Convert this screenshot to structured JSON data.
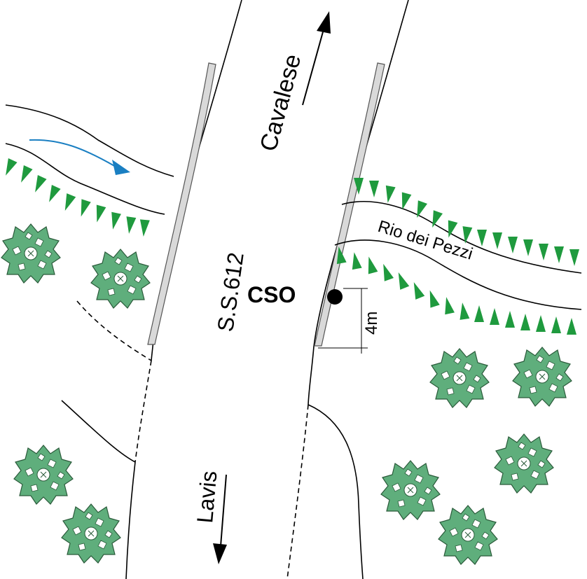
{
  "labels": {
    "cavalese": "Cavalese",
    "lavis": "Lavis",
    "road": "S.S.612",
    "cso": "CSO",
    "distance": "4m",
    "stream": "Rio dei Pezzi"
  },
  "colors": {
    "line": "#000000",
    "guardrail_fill": "#d9d9d9",
    "vegetation": "#1f9a3e",
    "tree_fill": "#5fae7c",
    "tree_stroke": "#2a5a3a",
    "flow_arrow": "#1a7fc2"
  },
  "icons": {
    "tree": "tree-icon",
    "flow": "flow-arrow-icon",
    "direction": "direction-arrow-icon",
    "cso": "cso-point-icon"
  }
}
